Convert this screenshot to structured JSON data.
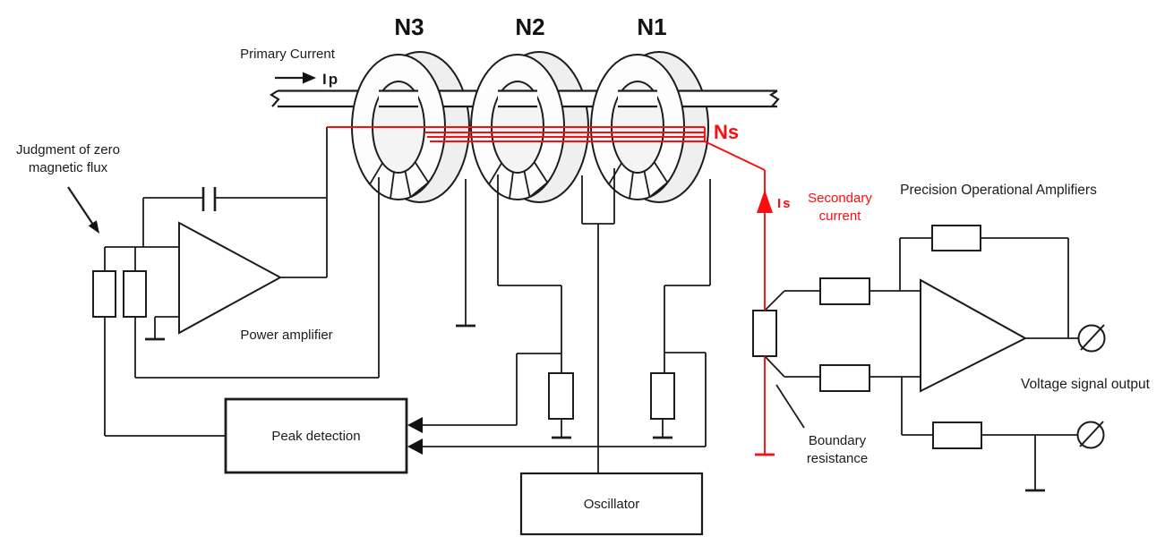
{
  "colors": {
    "wire": "#1c1c1c",
    "secondary_red": "#fd0d0d",
    "ring_shade": "#efefef",
    "hole_shade": "#f4f4f4",
    "background": "#ffffff"
  },
  "coils": [
    {
      "label": "N3"
    },
    {
      "label": "N2"
    },
    {
      "label": "N1"
    }
  ],
  "primary": {
    "label": "Primary Current",
    "current_symbol": "Ip"
  },
  "secondary": {
    "winding_symbol": "Ns",
    "current_symbol": "Is",
    "label_line1": "Secondary",
    "label_line2": "current"
  },
  "annotations": {
    "judgment_line1": "Judgment of zero",
    "judgment_line2": "magnetic flux",
    "power_amplifier": "Power amplifier",
    "precision_opamps": "Precision Operational Amplifiers",
    "voltage_output": "Voltage signal output",
    "boundary_line1": "Boundary",
    "boundary_line2": "resistance"
  },
  "blocks": {
    "peak_detection": "Peak detection",
    "oscillator": "Oscillator"
  }
}
